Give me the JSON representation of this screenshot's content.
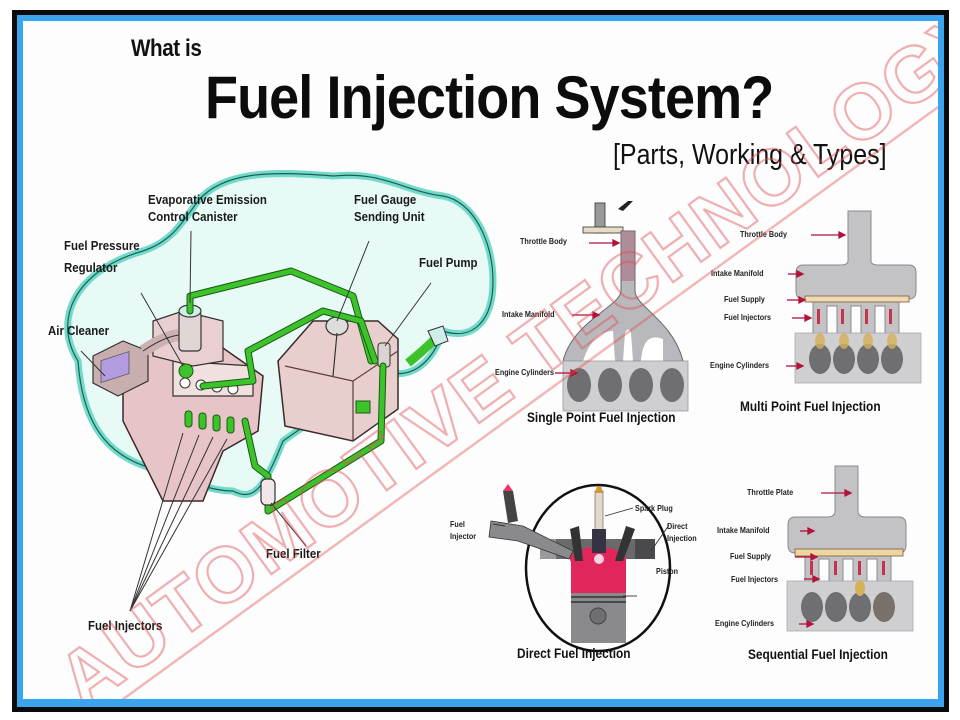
{
  "header": {
    "pre_title": "What is",
    "title": "Fuel Injection System?",
    "subtitle": "[Parts, Working & Types]"
  },
  "main_diagram": {
    "labels": {
      "evap_canister": [
        "Evaporative Emission",
        "Control Canister"
      ],
      "fuel_gauge": [
        "Fuel Gauge",
        "Sending Unit"
      ],
      "fuel_pressure_regulator": [
        "Fuel Pressure",
        "Regulator"
      ],
      "fuel_pump": "Fuel Pump",
      "air_cleaner": "Air Cleaner",
      "fuel_filter": "Fuel Filter",
      "fuel_injectors": "Fuel Injectors"
    }
  },
  "types": {
    "single_point": {
      "caption": "Single Point Fuel Injection",
      "labels": [
        "Throttle Body",
        "Intake Manifold",
        "Engine Cylinders"
      ]
    },
    "multi_point": {
      "caption": "Multi Point Fuel Injection",
      "labels": [
        "Throttle Body",
        "Intake Manifold",
        "Fuel Supply",
        "Fuel Injectors",
        "Engine Cylinders"
      ]
    },
    "direct": {
      "caption": "Direct Fuel Injection",
      "labels": {
        "fuel_injector": [
          "Fuel",
          "Injector"
        ],
        "spark_plug": "Spark Plug",
        "direct_injection": [
          "Direct",
          "Injection"
        ],
        "piston": "Piston"
      }
    },
    "sequential": {
      "caption": "Sequential Fuel Injection",
      "labels": [
        "Throttle Plate",
        "Intake Manifold",
        "Fuel Supply",
        "Fuel Injectors",
        "Engine Cylinders"
      ]
    }
  },
  "watermark": "AUTOMOTIVE TECHNOLOGY",
  "colors": {
    "frame_blue": "#3aa4ee",
    "fuel_line_green": "#3cc22a",
    "car_outline_teal": "#62d6c4",
    "arrow_red": "#b3123a",
    "watermark_red": "#e05050"
  }
}
